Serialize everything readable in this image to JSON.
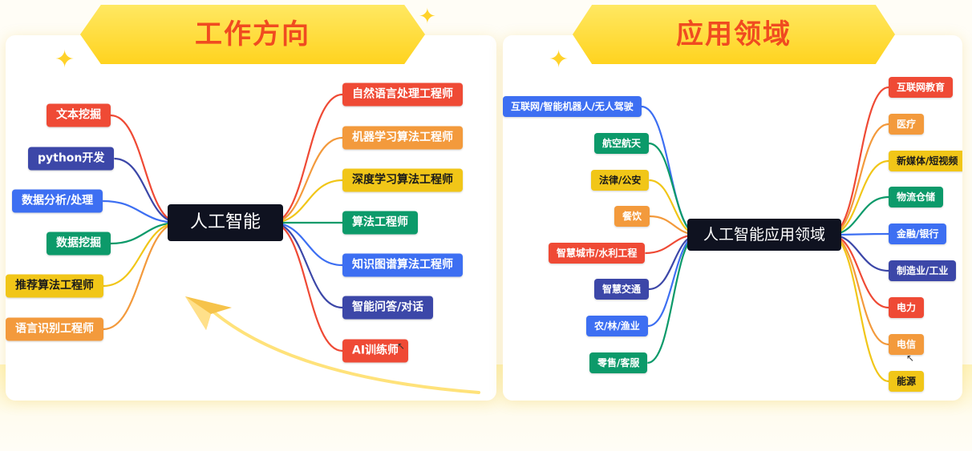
{
  "left": {
    "banner": "工作方向",
    "center": "人工智能",
    "left_nodes": [
      {
        "label": "文本挖掘",
        "color": "#ef4a35"
      },
      {
        "label": "python开发",
        "color": "#3c47a8"
      },
      {
        "label": "数据分析/处理",
        "color": "#3d6ff2"
      },
      {
        "label": "数据挖掘",
        "color": "#0c9a6a"
      },
      {
        "label": "推荐算法工程师",
        "color": "#f1c618"
      },
      {
        "label": "语言识别工程师",
        "color": "#f39a3c"
      }
    ],
    "right_nodes": [
      {
        "label": "自然语言处理工程师",
        "color": "#ef4a35"
      },
      {
        "label": "机器学习算法工程师",
        "color": "#f39a3c"
      },
      {
        "label": "深度学习算法工程师",
        "color": "#f1c618"
      },
      {
        "label": "算法工程师",
        "color": "#0c9a6a"
      },
      {
        "label": "知识图谱算法工程师",
        "color": "#3d6ff2"
      },
      {
        "label": "智能问答/对话",
        "color": "#3c47a8"
      },
      {
        "label": "AI训练师",
        "color": "#ef4a35"
      }
    ]
  },
  "right": {
    "banner": "应用领域",
    "center": "人工智能应用领域",
    "left_nodes": [
      {
        "label": "互联网/智能机器人/无人驾驶",
        "color": "#3d6ff2"
      },
      {
        "label": "航空航天",
        "color": "#0c9a6a"
      },
      {
        "label": "法律/公安",
        "color": "#f1c618"
      },
      {
        "label": "餐饮",
        "color": "#f39a3c"
      },
      {
        "label": "智慧城市/水利工程",
        "color": "#ef4a35"
      },
      {
        "label": "智慧交通",
        "color": "#3c47a8"
      },
      {
        "label": "农/林/渔业",
        "color": "#3d6ff2"
      },
      {
        "label": "零售/客服",
        "color": "#0c9a6a"
      }
    ],
    "right_nodes": [
      {
        "label": "互联网教育",
        "color": "#ef4a35"
      },
      {
        "label": "医疗",
        "color": "#f39a3c"
      },
      {
        "label": "新媒体/短视频",
        "color": "#f1c618"
      },
      {
        "label": "物流仓储",
        "color": "#0c9a6a"
      },
      {
        "label": "金融/银行",
        "color": "#3d6ff2"
      },
      {
        "label": "制造业/工业",
        "color": "#3c47a8"
      },
      {
        "label": "电力",
        "color": "#ef4a35"
      },
      {
        "label": "电信",
        "color": "#f39a3c"
      },
      {
        "label": "能源",
        "color": "#f1c618"
      }
    ]
  }
}
